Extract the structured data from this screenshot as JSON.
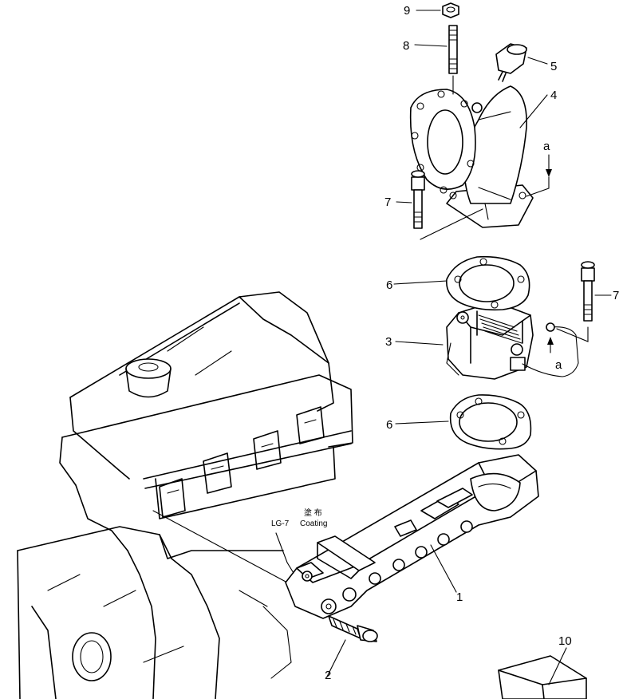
{
  "parts": [
    {
      "key": "p1",
      "label": "1"
    },
    {
      "key": "p2",
      "label": "2"
    },
    {
      "key": "p3",
      "label": "3"
    },
    {
      "key": "p4",
      "label": "4"
    },
    {
      "key": "p5",
      "label": "5"
    },
    {
      "key": "p6a",
      "label": "6"
    },
    {
      "key": "p6b",
      "label": "6"
    },
    {
      "key": "p7a",
      "label": "7"
    },
    {
      "key": "p7b",
      "label": "7"
    },
    {
      "key": "p8",
      "label": "8"
    },
    {
      "key": "p9",
      "label": "9"
    },
    {
      "key": "p10",
      "label": "10"
    }
  ],
  "markers": {
    "a_top": "a",
    "a_right": "a"
  },
  "annotation": {
    "jp": "塗 布",
    "code": "LG-7",
    "text": "Coating"
  }
}
